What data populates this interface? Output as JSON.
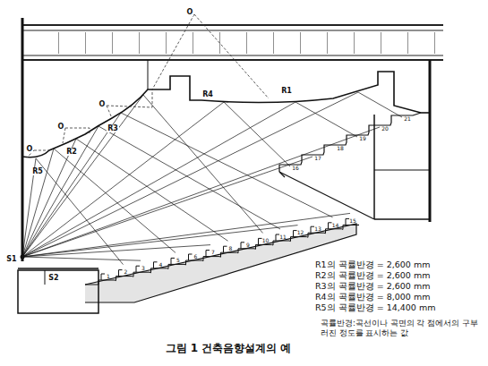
{
  "diagram": {
    "caption": "그림 1 건축음향설계의 예",
    "labels": [
      "O",
      "O",
      "O",
      "O",
      "R4",
      "R1",
      "R3",
      "R2",
      "R5",
      "S1",
      "S2",
      "1",
      "2",
      "3",
      "4",
      "5",
      "6",
      "7",
      "8",
      "9",
      "10",
      "11",
      "12",
      "13",
      "14",
      "15",
      "16",
      "17",
      "18",
      "19",
      "20",
      "21",
      "R1의 곡률반경 = 2,600 mm",
      "R2의 곡률반경 = 2,600 mm",
      "R3의 곡률반경 = 2,600 mm",
      "R4의 곡률반경 = 8,000 mm",
      "R5의 곡률반경 = 14,400 mm",
      "곡률반경:곡선이나 곡면의 각 점에서의 구부러진 정도를 표시하는 값"
    ]
  }
}
